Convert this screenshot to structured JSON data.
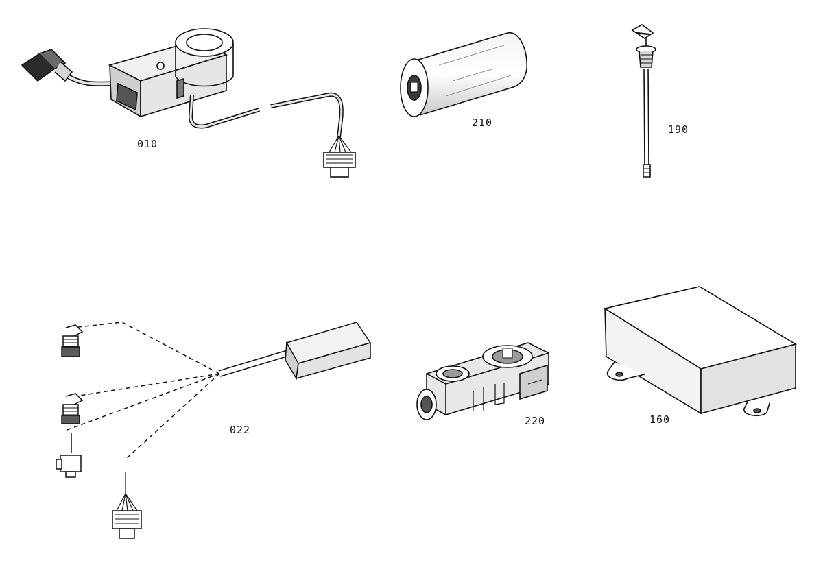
{
  "diagram": {
    "parts": [
      {
        "id": "p010",
        "label": "010",
        "depicts": "cable-harness-with-clamp-block"
      },
      {
        "id": "p210",
        "label": "210",
        "depicts": "cylinder"
      },
      {
        "id": "p190",
        "label": "190",
        "depicts": "dipstick-probe"
      },
      {
        "id": "p022",
        "label": "022",
        "depicts": "wiring-harness-with-connectors"
      },
      {
        "id": "p220",
        "label": "220",
        "depicts": "valve-block"
      },
      {
        "id": "p160",
        "label": "160",
        "depicts": "control-box"
      }
    ],
    "colors": {
      "line": "#111111",
      "shade": "#bdbdbd",
      "paper": "#ffffff"
    }
  }
}
